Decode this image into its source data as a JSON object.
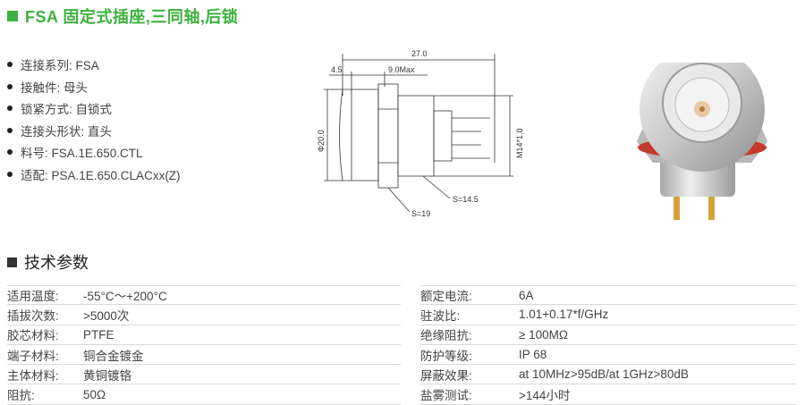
{
  "title": "FSA 固定式插座,三同轴,后锁",
  "colors": {
    "accent": "#3db13f"
  },
  "specs": [
    "连接系列: FSA",
    "接触件: 母头",
    "锁紧方式: 自锁式",
    "连接头形状: 直头",
    "料号: FSA.1E.650.CTL",
    "适配: PSA.1E.650.CLACxx(Z)"
  ],
  "drawing": {
    "dim_27": "27.0",
    "dim_4_5": "4.5",
    "dim_9_max": "9.0Max",
    "dim_phi20": "Φ20.0",
    "dim_m14": "M14*1.0",
    "dim_s14_5": "S=14.5",
    "dim_s19": "S=19"
  },
  "section_title": "技术参数",
  "params_left": [
    {
      "label": "适用温度:",
      "value": "-55°C～+200°C"
    },
    {
      "label": "插拔次数:",
      "value": ">5000次"
    },
    {
      "label": "胶芯材料:",
      "value": "PTFE"
    },
    {
      "label": "端子材料:",
      "value": "铜合金镀金"
    },
    {
      "label": "主体材料:",
      "value": "黄铜镀铬"
    },
    {
      "label": "阻抗:",
      "value": "50Ω"
    }
  ],
  "params_right": [
    {
      "label": "额定电流:",
      "value": "6A"
    },
    {
      "label": "驻波比:",
      "value": "1.01+0.17*f/GHz"
    },
    {
      "label": "绝缘阻抗:",
      "value": "≥ 100MΩ"
    },
    {
      "label": "防护等级:",
      "value": "IP 68"
    },
    {
      "label": "屏蔽效果:",
      "value": "at 10MHz>95dB/at 1GHz>80dB"
    },
    {
      "label": "盐雾测试:",
      "value": ">144小时"
    }
  ]
}
